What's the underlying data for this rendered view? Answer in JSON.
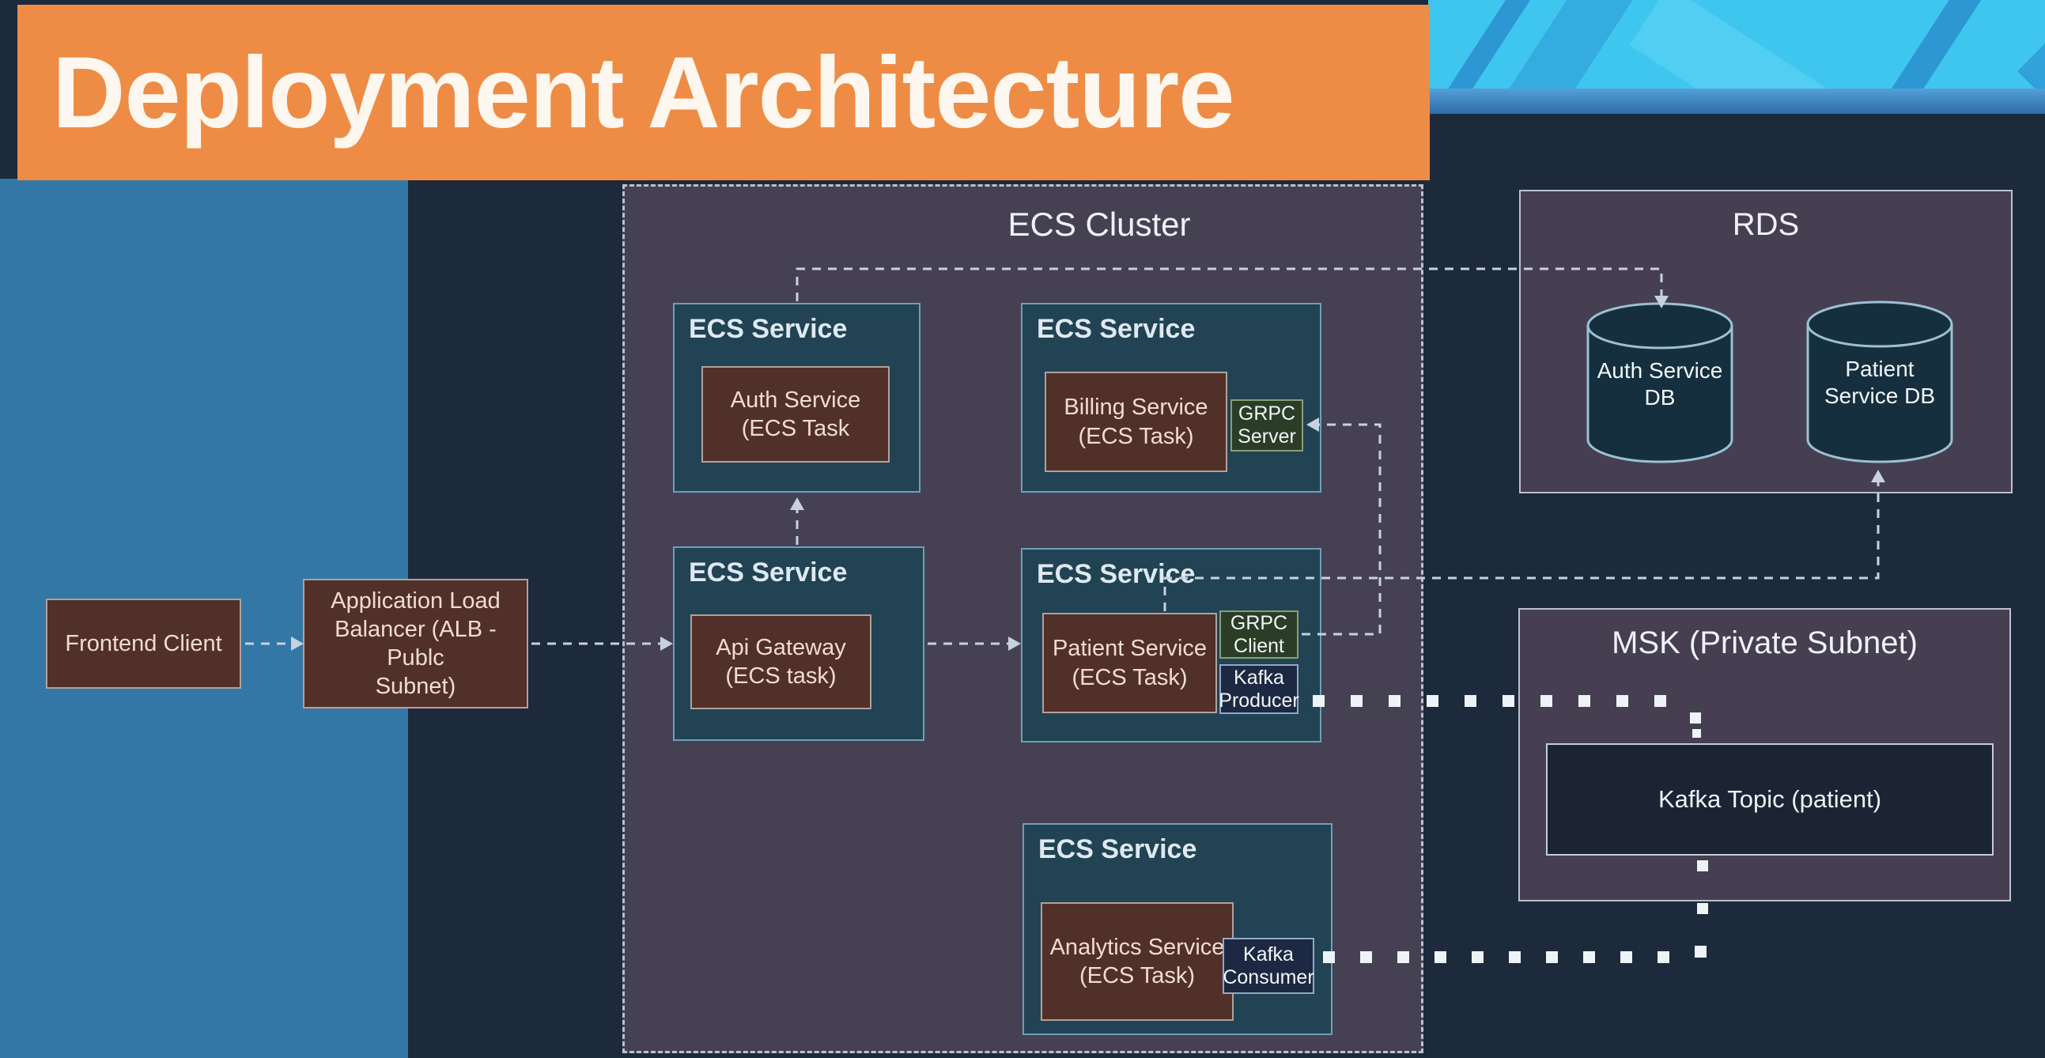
{
  "banner": {
    "title": "Deployment Architecture"
  },
  "cluster": {
    "title": "ECS Cluster",
    "service_label": "ECS Service"
  },
  "external": {
    "frontend": "Frontend Client",
    "alb": "Application Load\nBalancer (ALB - Publc\nSubnet)"
  },
  "tasks": {
    "auth": "Auth Service\n(ECS Task",
    "billing": "Billing Service\n(ECS Task)",
    "gateway": "Api Gateway\n(ECS task)",
    "patient": "Patient Service\n(ECS Task)",
    "analytics": "Analytics Service\n(ECS Task)"
  },
  "sidecars": {
    "grpc_server": "GRPC\nServer",
    "grpc_client": "GRPC\nClient",
    "kafka_producer": "Kafka\nProducer",
    "kafka_consumer": "Kafka\nConsumer"
  },
  "rds": {
    "title": "RDS",
    "auth_db": "Auth Service\nDB",
    "patient_db": "Patient\nService DB"
  },
  "msk": {
    "title": "MSK (Private Subnet)",
    "topic": "Kafka Topic (patient)"
  },
  "colors": {
    "banner_orange": "#ee8c45",
    "left_blue": "#3377a7",
    "background_navy": "#1c2a3b",
    "cluster_fill": "#454152",
    "ecs_service_teal": "#214353",
    "task_brown": "#513029",
    "grpc_green": "#2b3d27",
    "kafka_navy": "#1d2942",
    "connector_dash": "#c7d2de",
    "dotted_square_white": "#eef3f7",
    "topright_cyan": "#3fc6ef"
  }
}
